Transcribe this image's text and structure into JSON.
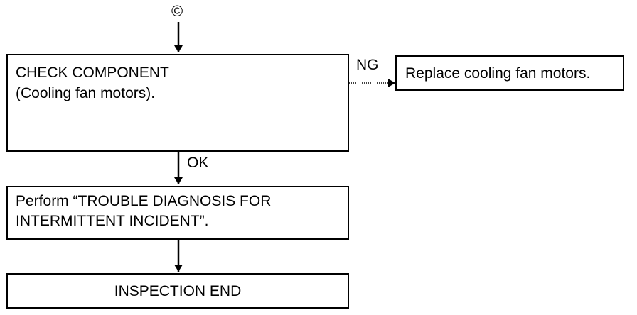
{
  "connector": {
    "symbol": "©"
  },
  "boxes": {
    "check_component": {
      "line1": "CHECK COMPONENT",
      "line2": "(Cooling fan motors)."
    },
    "replace": {
      "text": "Replace cooling fan motors."
    },
    "perform": {
      "line1": "Perform “TROUBLE DIAGNOSIS FOR",
      "line2": "INTERMITTENT INCIDENT”."
    },
    "inspection_end": {
      "text": "INSPECTION END"
    }
  },
  "edges": {
    "ng_label": "NG",
    "ok_label": "OK"
  }
}
